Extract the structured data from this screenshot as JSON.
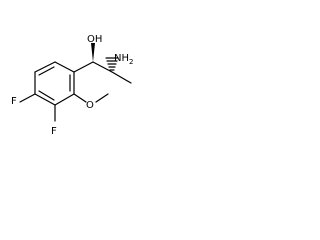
{
  "molecule": {
    "labels": {
      "hydroxyl": "OH",
      "amine_main": "NH",
      "amine_sub": "2",
      "methoxy_oxygen": "O",
      "fluorine_top": "F",
      "fluorine_bottom": "F"
    }
  }
}
